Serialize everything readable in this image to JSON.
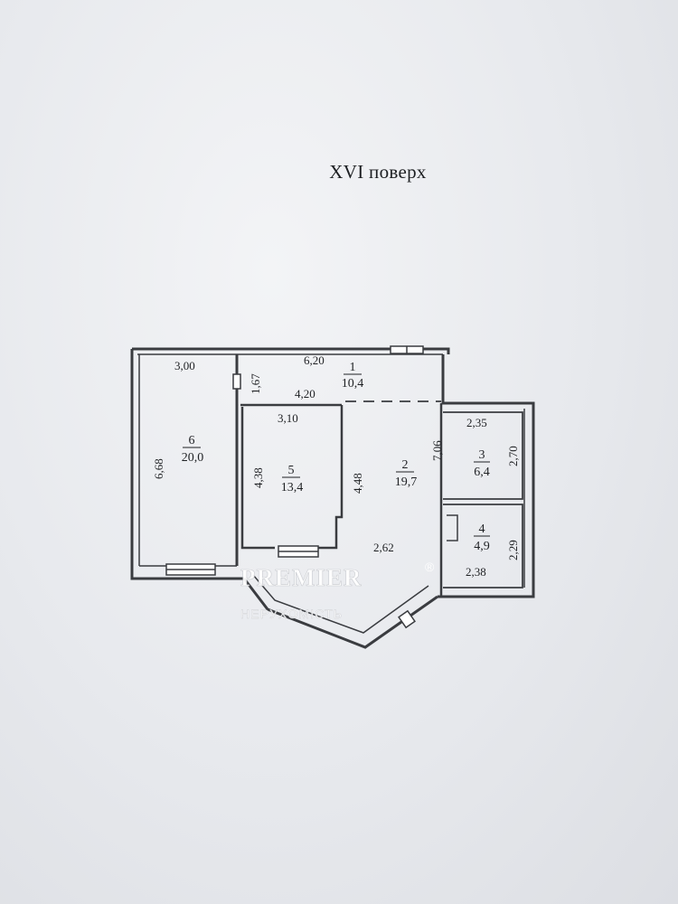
{
  "floor_title": "XVI поверх",
  "rooms": [
    {
      "number": "1",
      "area": "10,4"
    },
    {
      "number": "2",
      "area": "19,7"
    },
    {
      "number": "3",
      "area": "6,4"
    },
    {
      "number": "4",
      "area": "4,9"
    },
    {
      "number": "5",
      "area": "13,4"
    },
    {
      "number": "6",
      "area": "20,0"
    }
  ],
  "dimensions": {
    "room6_width": "3,00",
    "room6_length": "6,68",
    "room1_width": "6,20",
    "room1_depth": "1,67",
    "corridor_width": "4,20",
    "room5_width": "3,10",
    "room5_left": "4,38",
    "room5_right": "4,48",
    "room2_length": "7,06",
    "room2_bay": "2,62",
    "room3_width": "2,35",
    "room3_length": "2,70",
    "room4_length": "2,29",
    "room4_width": "2,38"
  },
  "watermark": {
    "brand": "PREMIER",
    "registered": "®",
    "subtitle": "НЕРУХОМІСТЬ"
  }
}
